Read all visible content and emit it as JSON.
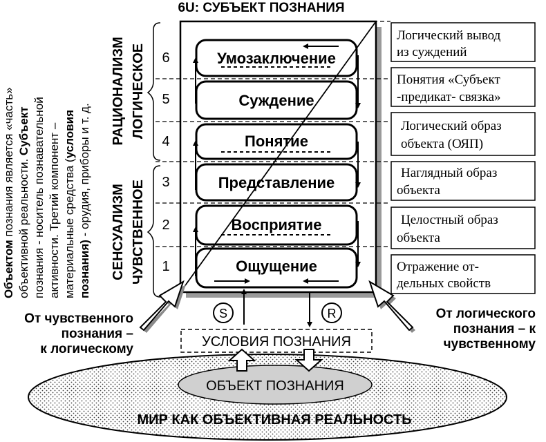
{
  "title": "6U: СУБЪЕКТ ПОЗНАНИЯ",
  "stages": [
    {
      "num": "1",
      "label": "Ощущение"
    },
    {
      "num": "2",
      "label": "Восприятие"
    },
    {
      "num": "3",
      "label": "Представление"
    },
    {
      "num": "4",
      "label": "Понятие"
    },
    {
      "num": "5",
      "label": "Суждение"
    },
    {
      "num": "6",
      "label": "Умозаключение"
    }
  ],
  "right_boxes": [
    {
      "line1": "Логический вывод",
      "line2": "из суждений"
    },
    {
      "line1": "Понятия «Субъект",
      "line2": "-предикат- связка»"
    },
    {
      "line1": "Логический образ",
      "line2": "объекта (ОЯП)"
    },
    {
      "line1": "Наглядный образ",
      "line2": "объекта"
    },
    {
      "line1": "Целостный образ",
      "line2": "объекта"
    },
    {
      "line1": "Отражение от-",
      "line2": "дельных свойств"
    }
  ],
  "group_labels": {
    "rational_1": "РАЦИОНАЛИЗМ",
    "rational_2": "ЛОГИЧЕСКОЕ",
    "sensual_1": "СЕНСУАЛИЗМ",
    "sensual_2": "ЧУВСТВЕННОЕ"
  },
  "vertical_text": {
    "line1_bold": "Объектом",
    "line1_rest": " познания является «часть»",
    "line2_rest": "объективной реальности. ",
    "line2_bold": "Субъект",
    "line3": "познания - носитель познавательной",
    "line4": "активности. Третий компонент –",
    "line5_rest": "материальные средства (",
    "line5_bold": "условия",
    "line6_bold": "познания)",
    "line6_rest": " - орудия, приборы и т. д."
  },
  "left_caption": {
    "line1": "От чувственного",
    "line2": "познания –",
    "line3": "к логическому"
  },
  "right_caption": {
    "line1": "От логического",
    "line2": "познания – к",
    "line3": "чувственному"
  },
  "circles": {
    "s": "S",
    "r": "R"
  },
  "conditions": "УСЛОВИЯ ПОЗНАНИЯ",
  "object": "ОБЪЕКТ ПОЗНАНИЯ",
  "world": "МИР КАК ОБЪЕКТИВНАЯ РЕАЛЬНОСТЬ"
}
